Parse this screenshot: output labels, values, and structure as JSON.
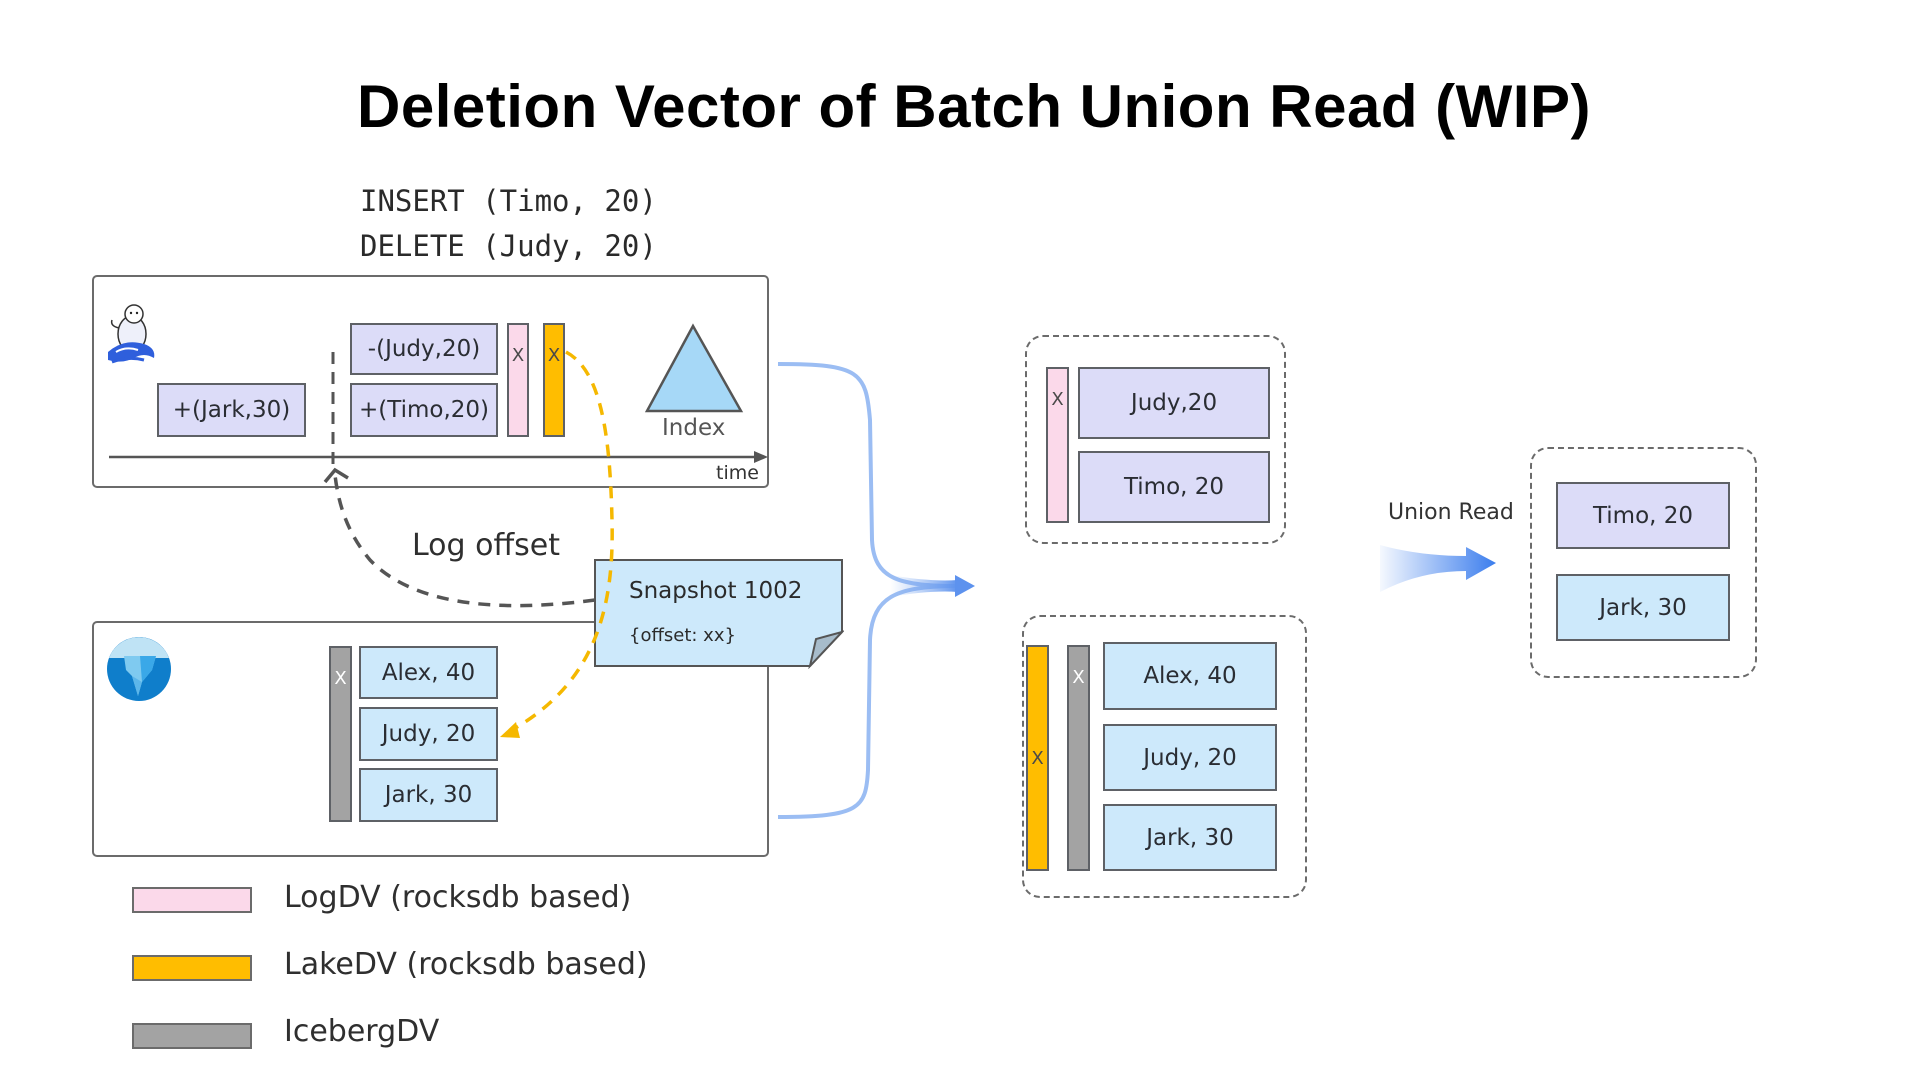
{
  "title": "Deletion Vector of Batch Union Read (WIP)",
  "sql": {
    "insert": "INSERT (Timo, 20)",
    "delete": "DELETE (Judy, 20)"
  },
  "log_panel": {
    "logo": "otter-wave-logo",
    "records": [
      {
        "label": "+(Jark,30)",
        "type": "log"
      },
      {
        "label": "-(Judy,20)",
        "type": "log"
      },
      {
        "label": "+(Timo,20)",
        "type": "log"
      }
    ],
    "log_dv_mark": "X",
    "lake_dv_mark": "X",
    "index_label": "Index",
    "axis_label": "time"
  },
  "log_offset_label": "Log offset",
  "snapshot": {
    "title": "Snapshot 1002",
    "meta": "{offset: xx}"
  },
  "lake_panel": {
    "logo": "iceberg-logo",
    "iceberg_dv_mark": "X",
    "records": [
      "Alex, 40",
      "Judy, 20",
      "Jark, 30"
    ]
  },
  "log_result": {
    "dv_mark": "X",
    "records": [
      "Judy,20",
      "Timo, 20"
    ]
  },
  "lake_result": {
    "lake_dv_mark": "X",
    "iceberg_dv_mark": "X",
    "records": [
      "Alex, 40",
      "Judy, 20",
      "Jark, 30"
    ]
  },
  "union_read_label": "Union Read",
  "final_result": {
    "records": [
      "Timo, 20",
      "Jark, 30"
    ]
  },
  "legend": [
    {
      "label": "LogDV (rocksdb based)",
      "color": "#fbd9ea"
    },
    {
      "label": "LakeDV (rocksdb based)",
      "color": "#ffbd00"
    },
    {
      "label": "IcebergDV",
      "color": "#a3a3a3"
    }
  ],
  "colors": {
    "log_record": "#dcdcf8",
    "lake_record": "#cde9fb",
    "flow_arrow": "#3b7ded",
    "offset_link": "#f5b800"
  }
}
